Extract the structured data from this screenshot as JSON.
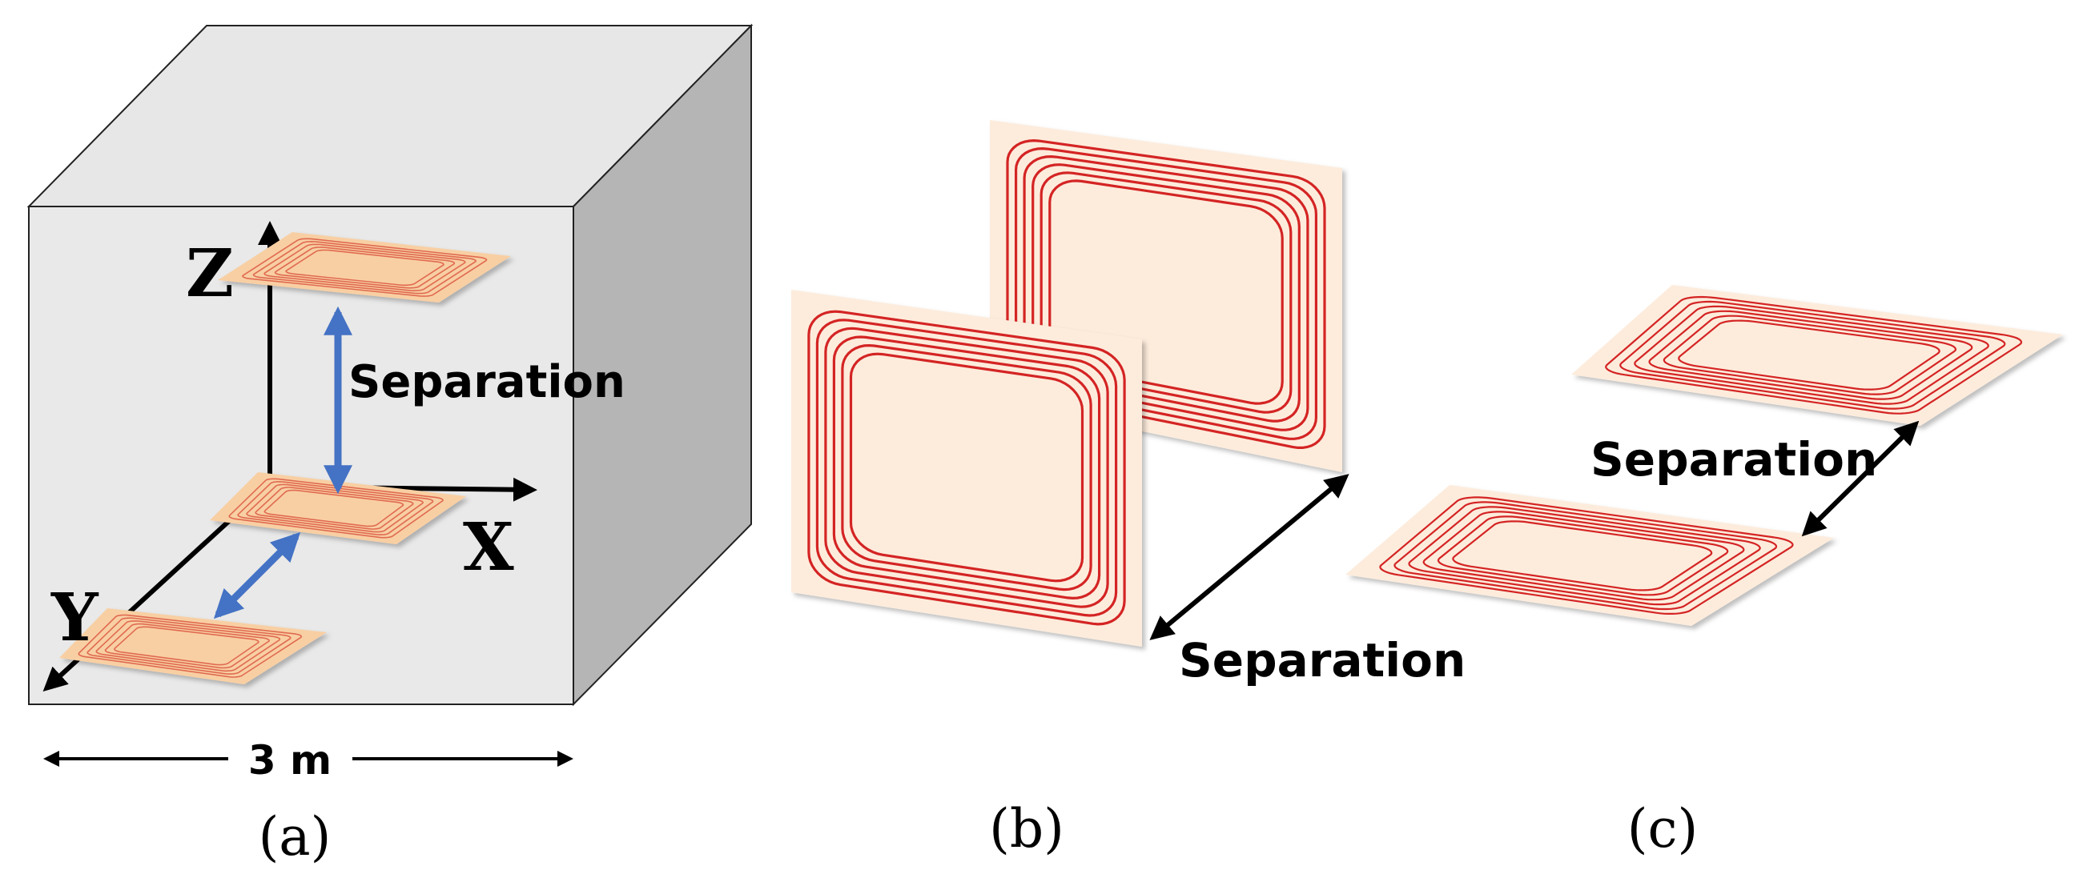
{
  "panel_a": {
    "caption": "(a)",
    "axis_z": "Z",
    "axis_x": "X",
    "axis_y": "Y",
    "separation_label": "Separation",
    "dimension_label": "3 m"
  },
  "panel_b": {
    "caption": "(b)",
    "separation_label": "Separation"
  },
  "panel_c": {
    "caption": "(c)",
    "separation_label": "Separation"
  },
  "colors": {
    "coil_trace": "#d42424",
    "coil_trace_small": "#e06a50",
    "pad_light": "#fdecdc",
    "pad_small": "#f8cfa3",
    "arrow_blue": "#4472c4",
    "cube_front": "#e9e9e9",
    "cube_top": "#e7e7e7",
    "cube_side": "#b5b5b5"
  }
}
